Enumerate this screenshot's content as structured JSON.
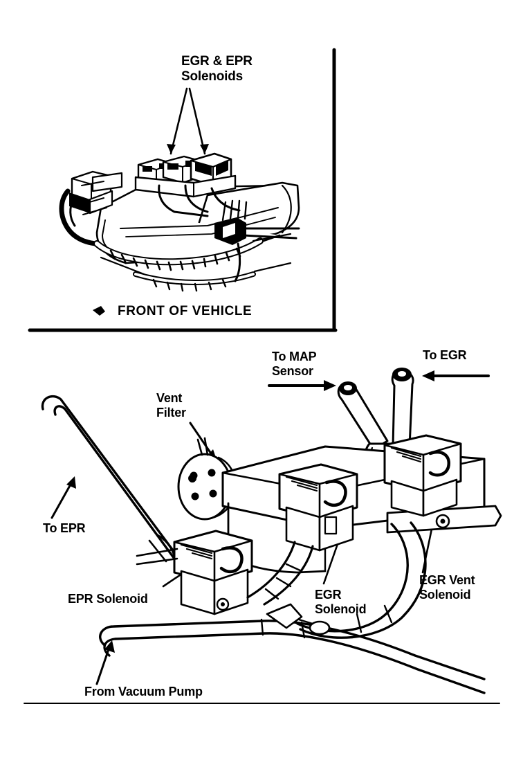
{
  "document": {
    "type": "automotive-service-illustration",
    "title": "EGR & EPR Solenoids",
    "page_background": "#ffffff",
    "ink_color": "#000000"
  },
  "top_panel": {
    "name": "underhood-location-view",
    "title_label": "EGR & EPR\nSolenoids",
    "title_line1": "EGR & EPR",
    "title_line2": "Solenoids",
    "leader_count": 2,
    "orientation_note": "FRONT OF VEHICLE",
    "orientation_marker": "arrow-bullet",
    "frame": {
      "right_border": true,
      "bottom_border": true,
      "left_border": false,
      "top_border": false
    }
  },
  "bottom_panel": {
    "name": "solenoid-assembly-detail-view",
    "callouts": [
      {
        "id": "to-map-sensor",
        "label": "To MAP\nSensor",
        "line1": "To MAP",
        "line2": "Sensor",
        "pointer": "arrow-right"
      },
      {
        "id": "to-egr",
        "label": "To EGR",
        "line1": "To EGR",
        "line2": "",
        "pointer": "arrow-left"
      },
      {
        "id": "vent-filter",
        "label": "Vent\nFilter",
        "line1": "Vent",
        "line2": "Filter",
        "pointer": "arrow-diagonal-down-right"
      },
      {
        "id": "to-epr",
        "label": "To EPR",
        "line1": "To EPR",
        "line2": "",
        "pointer": "arrow-diagonal-up-right"
      },
      {
        "id": "epr-solenoid",
        "label": "EPR Solenoid",
        "line1": "EPR Solenoid",
        "line2": "",
        "pointer": "leader-line-up-right"
      },
      {
        "id": "egr-solenoid",
        "label": "EGR\nSolenoid",
        "line1": "EGR",
        "line2": "Solenoid",
        "pointer": "leader-line-up"
      },
      {
        "id": "egr-vent-solenoid",
        "label": "EGR Vent\nSolenoid",
        "line1": "EGR Vent",
        "line2": "Solenoid",
        "pointer": "leader-line-up"
      },
      {
        "id": "from-vacuum-pump",
        "label": "From Vacuum Pump",
        "line1": "From Vacuum Pump",
        "line2": "",
        "pointer": "arrow-diagonal-up-right"
      }
    ],
    "components": {
      "vent_filter_holes": 4,
      "nipples": 2,
      "solenoid_blocks": 3
    }
  },
  "footer": {
    "rule": true
  }
}
